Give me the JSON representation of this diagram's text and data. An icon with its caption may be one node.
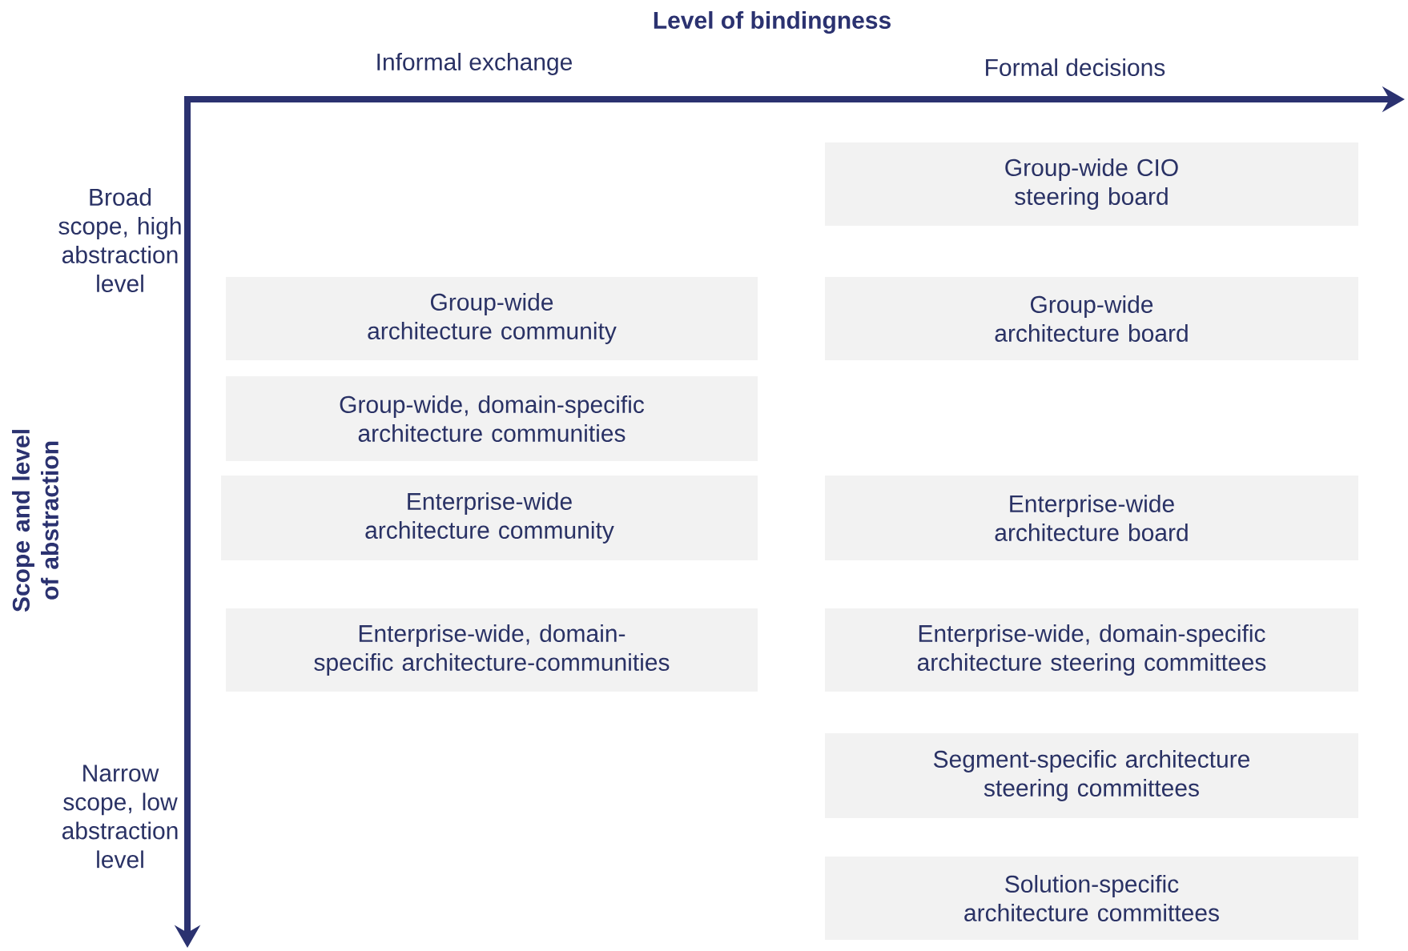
{
  "diagram": {
    "title": "Level of bindingness",
    "nodes": [
      {
        "text": [
          "Group-wide CIO steering board"
        ]
      },
      {
        "text": [
          "Group-wide architecture community"
        ]
      },
      {
        "text": [
          "Group-wide architecture board"
        ]
      },
      {
        "text": [
          "Group-wide, domain-specific architecture communities"
        ]
      },
      {
        "text": [
          "Enterprise-wide architecture community"
        ]
      },
      {
        "text": [
          "Enterprise-wide architecture board"
        ]
      },
      {
        "text": [
          "Enterprise-wide, domain-specific architecture-communities"
        ]
      },
      {
        "text": [
          "Enterprise-wide, domain-specific architecture steering committees"
        ]
      },
      {
        "text": [
          "Segment-specific architecture steering committees"
        ]
      },
      {
        "text": [
          "Solution-specific architecture committees"
        ]
      }
    ],
    "labels": [
      "Informal exchange",
      "Formal decisions",
      "Broad scope, high abstraction level",
      "Scope and level of abstraction",
      "Narrow scope, low abstraction level"
    ]
  }
}
